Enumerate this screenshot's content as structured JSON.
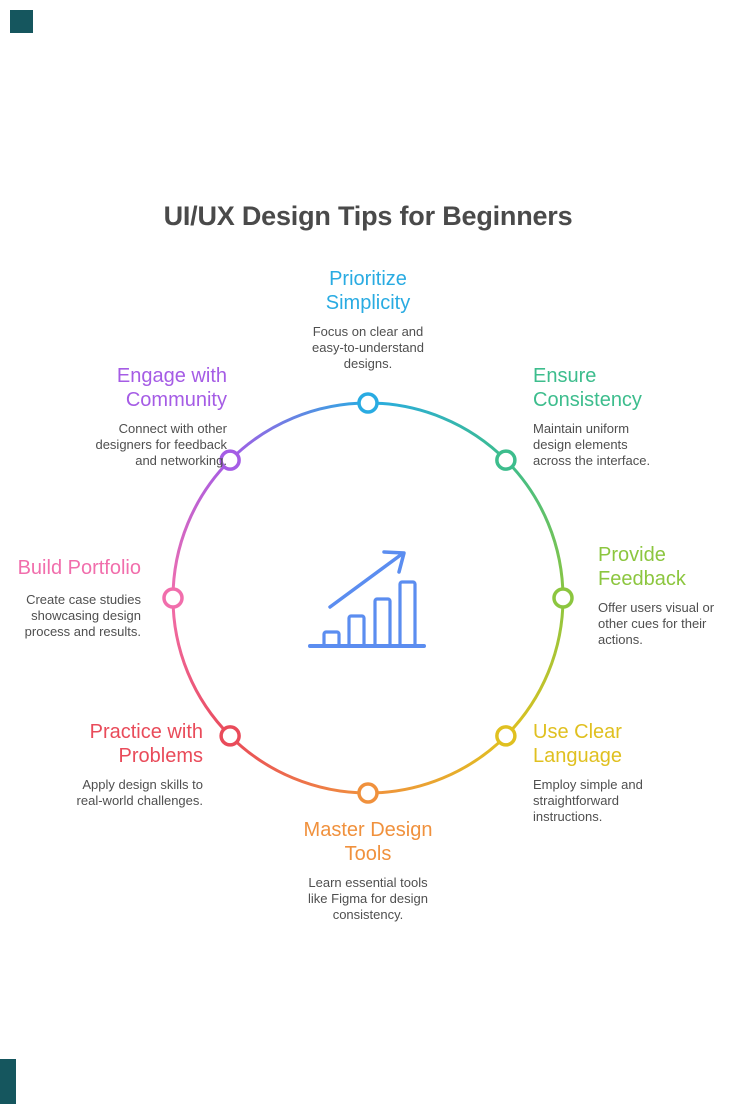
{
  "title": "UI/UX Design Tips for Beginners",
  "title_color": "#4a4a4a",
  "decorations": {
    "corner_accent_color": "#15565e"
  },
  "center_icon": {
    "name": "growth-bar-chart",
    "color": "#5b8df0"
  },
  "diagram": {
    "tips": [
      {
        "id": "prioritize-simplicity",
        "label": "Prioritize\nSimplicity",
        "description": "Focus on clear and\neasy-to-understand\ndesigns.",
        "color": "#29abe2"
      },
      {
        "id": "ensure-consistency",
        "label": "Ensure\nConsistency",
        "description": "Maintain uniform\ndesign elements\nacross the interface.",
        "color": "#3dbd8d"
      },
      {
        "id": "provide-feedback",
        "label": "Provide\nFeedback",
        "description": "Offer users visual or\nother cues for their\nactions.",
        "color": "#8cc63f"
      },
      {
        "id": "use-clear-language",
        "label": "Use Clear\nLanguage",
        "description": "Employ simple and\nstraightforward\ninstructions.",
        "color": "#e0c020"
      },
      {
        "id": "master-design-tools",
        "label": "Master Design\nTools",
        "description": "Learn essential tools\nlike Figma for design\nconsistency.",
        "color": "#f0913d"
      },
      {
        "id": "practice-with-problems",
        "label": "Practice with\nProblems",
        "description": "Apply design skills to\nreal-world challenges.",
        "color": "#e94b5a"
      },
      {
        "id": "build-portfolio",
        "label": "Build Portfolio",
        "description": "Create case studies\nshowcasing design\nprocess and results.",
        "color": "#f16eac"
      },
      {
        "id": "engage-with-community",
        "label": "Engage with\nCommunity",
        "description": "Connect with other\ndesigners for feedback\nand networking.",
        "color": "#a55ce5"
      }
    ]
  }
}
